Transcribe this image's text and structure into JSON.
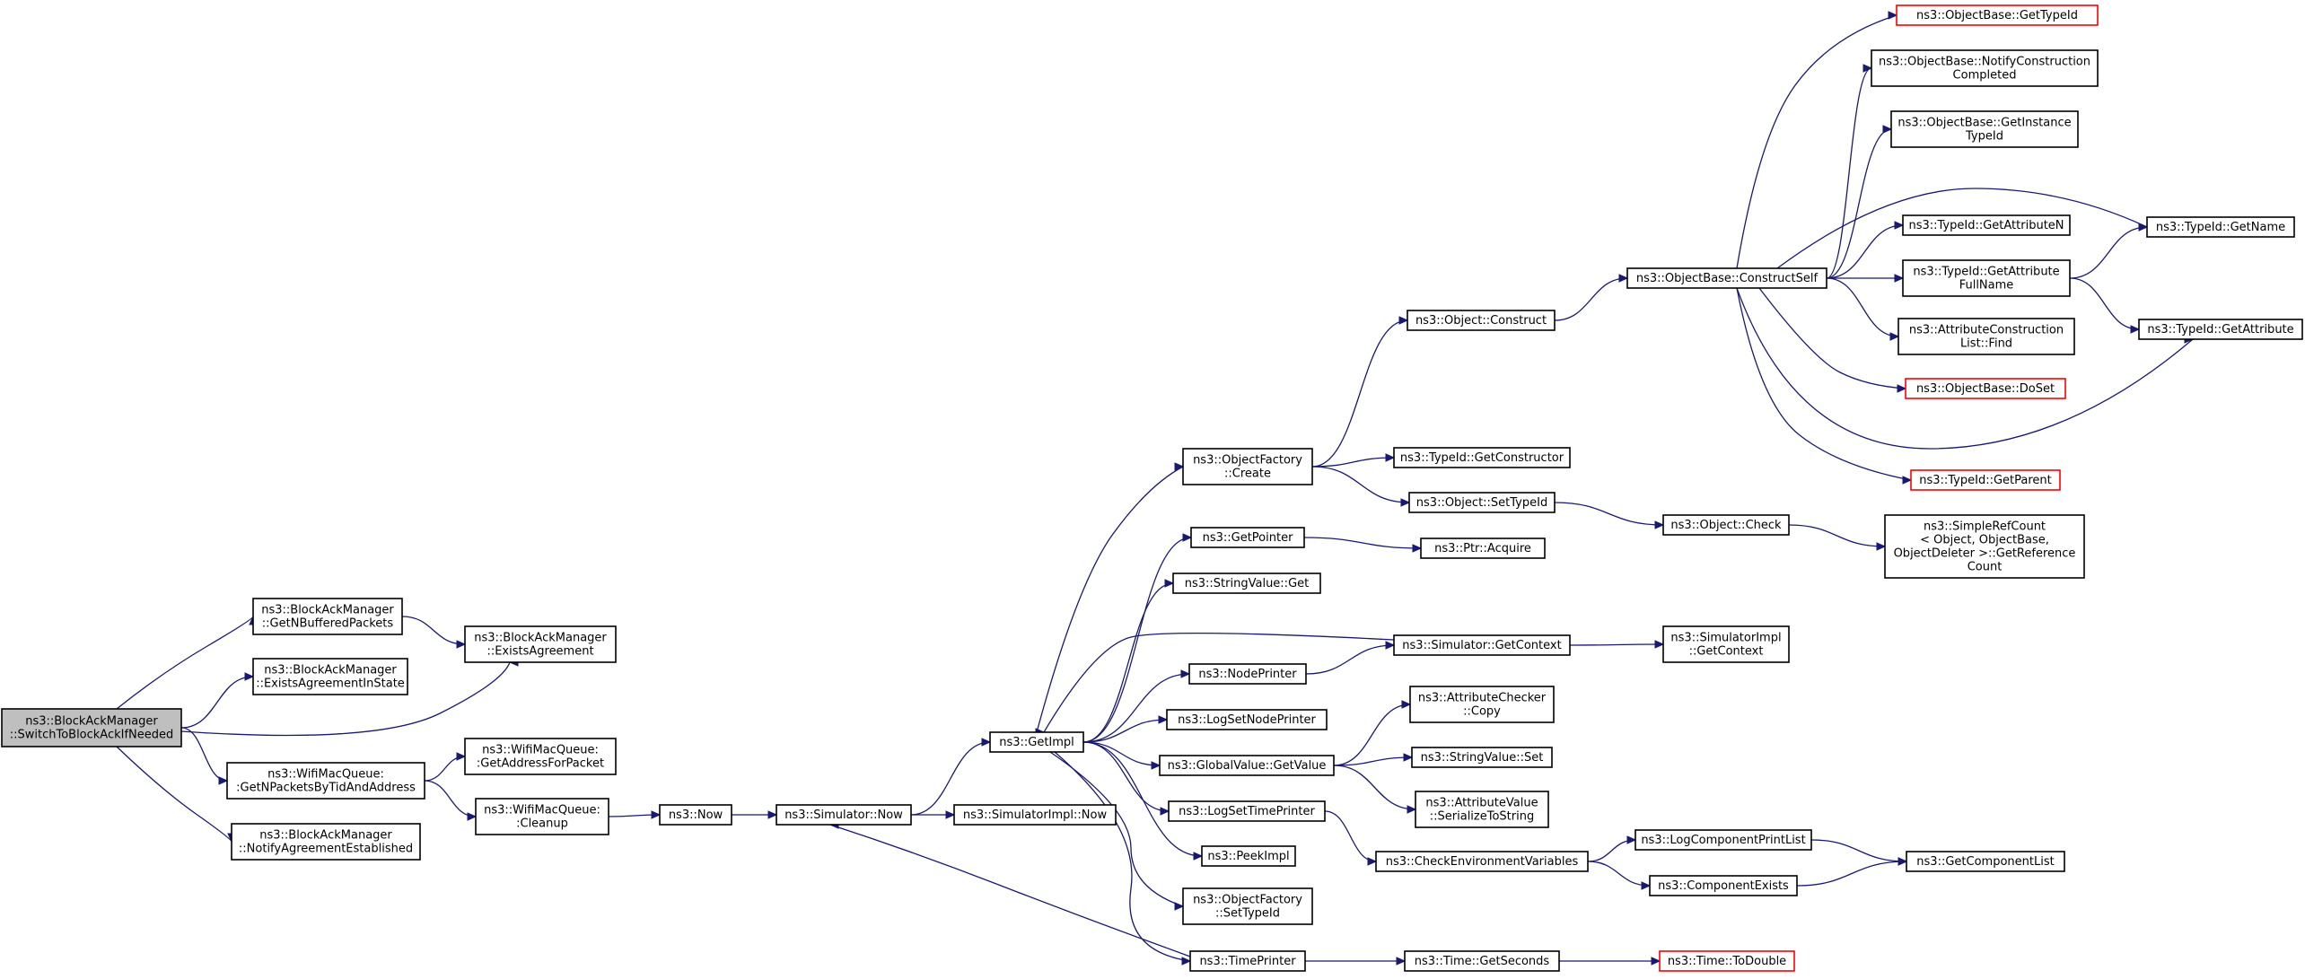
{
  "nodes": [
    {
      "id": "root",
      "lines": [
        "ns3::BlockAckManager",
        "::SwitchToBlockAckIfNeeded"
      ],
      "style": "root"
    },
    {
      "id": "getnbuff",
      "lines": [
        "ns3::BlockAckManager",
        "::GetNBufferedPackets"
      ]
    },
    {
      "id": "existsagr",
      "lines": [
        "ns3::BlockAckManager",
        "::ExistsAgreement"
      ]
    },
    {
      "id": "existsagrstate",
      "lines": [
        "ns3::BlockAckManager",
        "::ExistsAgreementInState"
      ]
    },
    {
      "id": "getnpackets",
      "lines": [
        "ns3::WifiMacQueue:",
        ":GetNPacketsByTidAndAddress"
      ]
    },
    {
      "id": "getaddr",
      "lines": [
        "ns3::WifiMacQueue:",
        ":GetAddressForPacket"
      ]
    },
    {
      "id": "cleanup",
      "lines": [
        "ns3::WifiMacQueue:",
        ":Cleanup"
      ]
    },
    {
      "id": "notifyagr",
      "lines": [
        "ns3::BlockAckManager",
        "::NotifyAgreementEstablished"
      ]
    },
    {
      "id": "now",
      "lines": [
        "ns3::Now"
      ]
    },
    {
      "id": "simnow",
      "lines": [
        "ns3::Simulator::Now"
      ]
    },
    {
      "id": "simimplnow",
      "lines": [
        "ns3::SimulatorImpl::Now"
      ]
    },
    {
      "id": "getimpl",
      "lines": [
        "ns3::GetImpl"
      ]
    },
    {
      "id": "objfactcreate",
      "lines": [
        "ns3::ObjectFactory",
        "::Create"
      ]
    },
    {
      "id": "getpointer",
      "lines": [
        "ns3::GetPointer"
      ]
    },
    {
      "id": "strvalget",
      "lines": [
        "ns3::StringValue::Get"
      ]
    },
    {
      "id": "nodeprinter",
      "lines": [
        "ns3::NodePrinter"
      ]
    },
    {
      "id": "logsetnodeprinter",
      "lines": [
        "ns3::LogSetNodePrinter"
      ]
    },
    {
      "id": "globalvalget",
      "lines": [
        "ns3::GlobalValue::GetValue"
      ]
    },
    {
      "id": "logsettimeprinter",
      "lines": [
        "ns3::LogSetTimePrinter"
      ]
    },
    {
      "id": "peekimpl",
      "lines": [
        "ns3::PeekImpl"
      ]
    },
    {
      "id": "objfactsettypeid",
      "lines": [
        "ns3::ObjectFactory",
        "::SetTypeId"
      ]
    },
    {
      "id": "timeprinter",
      "lines": [
        "ns3::TimePrinter"
      ]
    },
    {
      "id": "objconstruct",
      "lines": [
        "ns3::Object::Construct"
      ]
    },
    {
      "id": "typeidgetconstructor",
      "lines": [
        "ns3::TypeId::GetConstructor"
      ]
    },
    {
      "id": "objsettypeid",
      "lines": [
        "ns3::Object::SetTypeId"
      ]
    },
    {
      "id": "ptracquire",
      "lines": [
        "ns3::Ptr::Acquire"
      ]
    },
    {
      "id": "simgetcontext",
      "lines": [
        "ns3::Simulator::GetContext"
      ]
    },
    {
      "id": "attrcheckercopy",
      "lines": [
        "ns3::AttributeChecker",
        "::Copy"
      ]
    },
    {
      "id": "strvalset",
      "lines": [
        "ns3::StringValue::Set"
      ]
    },
    {
      "id": "attrvalserialize",
      "lines": [
        "ns3::AttributeValue",
        "::SerializeToString"
      ]
    },
    {
      "id": "checkenv",
      "lines": [
        "ns3::CheckEnvironmentVariables"
      ]
    },
    {
      "id": "timegetseconds",
      "lines": [
        "ns3::Time::GetSeconds"
      ]
    },
    {
      "id": "objbaseconstructself",
      "lines": [
        "ns3::ObjectBase::ConstructSelf"
      ]
    },
    {
      "id": "objcheck",
      "lines": [
        "ns3::Object::Check"
      ]
    },
    {
      "id": "simimplgetcontext",
      "lines": [
        "ns3::SimulatorImpl",
        "::GetContext"
      ]
    },
    {
      "id": "logcomponentprintlist",
      "lines": [
        "ns3::LogComponentPrintList"
      ]
    },
    {
      "id": "componentexists",
      "lines": [
        "ns3::ComponentExists"
      ]
    },
    {
      "id": "timetodouble",
      "lines": [
        "ns3::Time::ToDouble"
      ],
      "style": "trunc"
    },
    {
      "id": "objbasegettypeid",
      "lines": [
        "ns3::ObjectBase::GetTypeId"
      ],
      "style": "trunc"
    },
    {
      "id": "objbasenotify",
      "lines": [
        "ns3::ObjectBase::NotifyConstruction",
        "Completed"
      ]
    },
    {
      "id": "objbasegetinstance",
      "lines": [
        "ns3::ObjectBase::GetInstance",
        "TypeId"
      ]
    },
    {
      "id": "typeidgetattrn",
      "lines": [
        "ns3::TypeId::GetAttributeN"
      ]
    },
    {
      "id": "typeidgetattrfull",
      "lines": [
        "ns3::TypeId::GetAttribute",
        "FullName"
      ]
    },
    {
      "id": "attrconstrfind",
      "lines": [
        "ns3::AttributeConstruction",
        "List::Find"
      ]
    },
    {
      "id": "objbasedoset",
      "lines": [
        "ns3::ObjectBase::DoSet"
      ],
      "style": "trunc"
    },
    {
      "id": "typeidgetparent",
      "lines": [
        "ns3::TypeId::GetParent"
      ],
      "style": "trunc"
    },
    {
      "id": "simplerefcount",
      "lines": [
        "ns3::SimpleRefCount",
        "< Object, ObjectBase,",
        "ObjectDeleter >::GetReference",
        "Count"
      ]
    },
    {
      "id": "getcomponentlist",
      "lines": [
        "ns3::GetComponentList"
      ]
    },
    {
      "id": "typeidgetname",
      "lines": [
        "ns3::TypeId::GetName"
      ]
    },
    {
      "id": "typeidgetattr",
      "lines": [
        "ns3::TypeId::GetAttribute"
      ]
    }
  ],
  "edges": [
    [
      "root",
      "getnbuff"
    ],
    [
      "root",
      "existsagrstate"
    ],
    [
      "root",
      "existsagr"
    ],
    [
      "root",
      "getnpackets"
    ],
    [
      "root",
      "notifyagr"
    ],
    [
      "getnbuff",
      "existsagr"
    ],
    [
      "getnpackets",
      "getaddr"
    ],
    [
      "getnpackets",
      "cleanup"
    ],
    [
      "cleanup",
      "now"
    ],
    [
      "now",
      "simnow"
    ],
    [
      "simnow",
      "simimplnow"
    ],
    [
      "simnow",
      "getimpl"
    ],
    [
      "getimpl",
      "objfactcreate"
    ],
    [
      "getimpl",
      "getpointer"
    ],
    [
      "getimpl",
      "strvalget"
    ],
    [
      "getimpl",
      "nodeprinter"
    ],
    [
      "getimpl",
      "logsetnodeprinter"
    ],
    [
      "getimpl",
      "globalvalget"
    ],
    [
      "getimpl",
      "logsettimeprinter"
    ],
    [
      "getimpl",
      "peekimpl"
    ],
    [
      "getimpl",
      "objfactsettypeid"
    ],
    [
      "getimpl",
      "timeprinter"
    ],
    [
      "objfactcreate",
      "objconstruct"
    ],
    [
      "objfactcreate",
      "typeidgetconstructor"
    ],
    [
      "objfactcreate",
      "objsettypeid"
    ],
    [
      "getpointer",
      "ptracquire"
    ],
    [
      "simgetcontext",
      "getimpl"
    ],
    [
      "nodeprinter",
      "simgetcontext"
    ],
    [
      "simgetcontext",
      "simimplgetcontext"
    ],
    [
      "globalvalget",
      "attrcheckercopy"
    ],
    [
      "globalvalget",
      "strvalset"
    ],
    [
      "globalvalget",
      "attrvalserialize"
    ],
    [
      "logsettimeprinter",
      "checkenv"
    ],
    [
      "timeprinter",
      "simnow"
    ],
    [
      "timeprinter",
      "timegetseconds"
    ],
    [
      "timegetseconds",
      "timetodouble"
    ],
    [
      "objconstruct",
      "objbaseconstructself"
    ],
    [
      "objsettypeid",
      "objcheck"
    ],
    [
      "objcheck",
      "simplerefcount"
    ],
    [
      "checkenv",
      "logcomponentprintlist"
    ],
    [
      "checkenv",
      "componentexists"
    ],
    [
      "logcomponentprintlist",
      "getcomponentlist"
    ],
    [
      "componentexists",
      "getcomponentlist"
    ],
    [
      "objbaseconstructself",
      "objbasegettypeid"
    ],
    [
      "objbaseconstructself",
      "objbasenotify"
    ],
    [
      "objbaseconstructself",
      "objbasegetinstance"
    ],
    [
      "objbaseconstructself",
      "typeidgetname"
    ],
    [
      "objbaseconstructself",
      "typeidgetattrn"
    ],
    [
      "objbaseconstructself",
      "typeidgetattrfull"
    ],
    [
      "objbaseconstructself",
      "attrconstrfind"
    ],
    [
      "objbaseconstructself",
      "objbasedoset"
    ],
    [
      "objbaseconstructself",
      "typeidgetattr"
    ],
    [
      "objbaseconstructself",
      "typeidgetparent"
    ],
    [
      "typeidgetattrfull",
      "typeidgetname"
    ],
    [
      "typeidgetattrfull",
      "typeidgetattr"
    ]
  ]
}
